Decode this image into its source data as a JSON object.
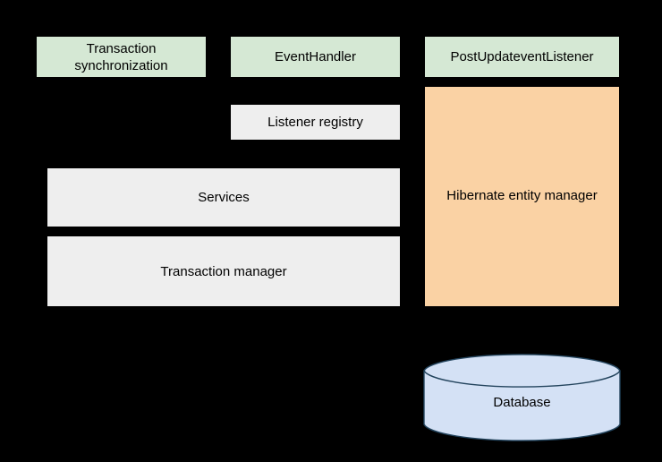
{
  "diagram": {
    "background_color": "#000000",
    "nodes": {
      "transaction_synchronization": {
        "label": "Transaction synchronization",
        "line1": "Transaction",
        "line2": "synchronization",
        "fill": "#d5e8d4",
        "shape": "rectangle"
      },
      "event_handler": {
        "label": "EventHandler",
        "fill": "#d5e8d4",
        "shape": "rectangle"
      },
      "post_update_event_listener": {
        "label": "PostUpdateventListener",
        "fill": "#d5e8d4",
        "shape": "rectangle"
      },
      "listener_registry": {
        "label": "Listener registry",
        "fill": "#eeeeee",
        "shape": "rectangle"
      },
      "services": {
        "label": "Services",
        "fill": "#eeeeee",
        "shape": "rectangle"
      },
      "transaction_manager": {
        "label": "Transaction manager",
        "fill": "#eeeeee",
        "shape": "rectangle"
      },
      "hibernate_entity_manager": {
        "label": "Hibernate entity manager",
        "fill": "#fad2a4",
        "shape": "rectangle"
      },
      "database": {
        "label": "Database",
        "fill": "#d4e1f5",
        "stroke": "#23445d",
        "shape": "cylinder"
      }
    }
  }
}
